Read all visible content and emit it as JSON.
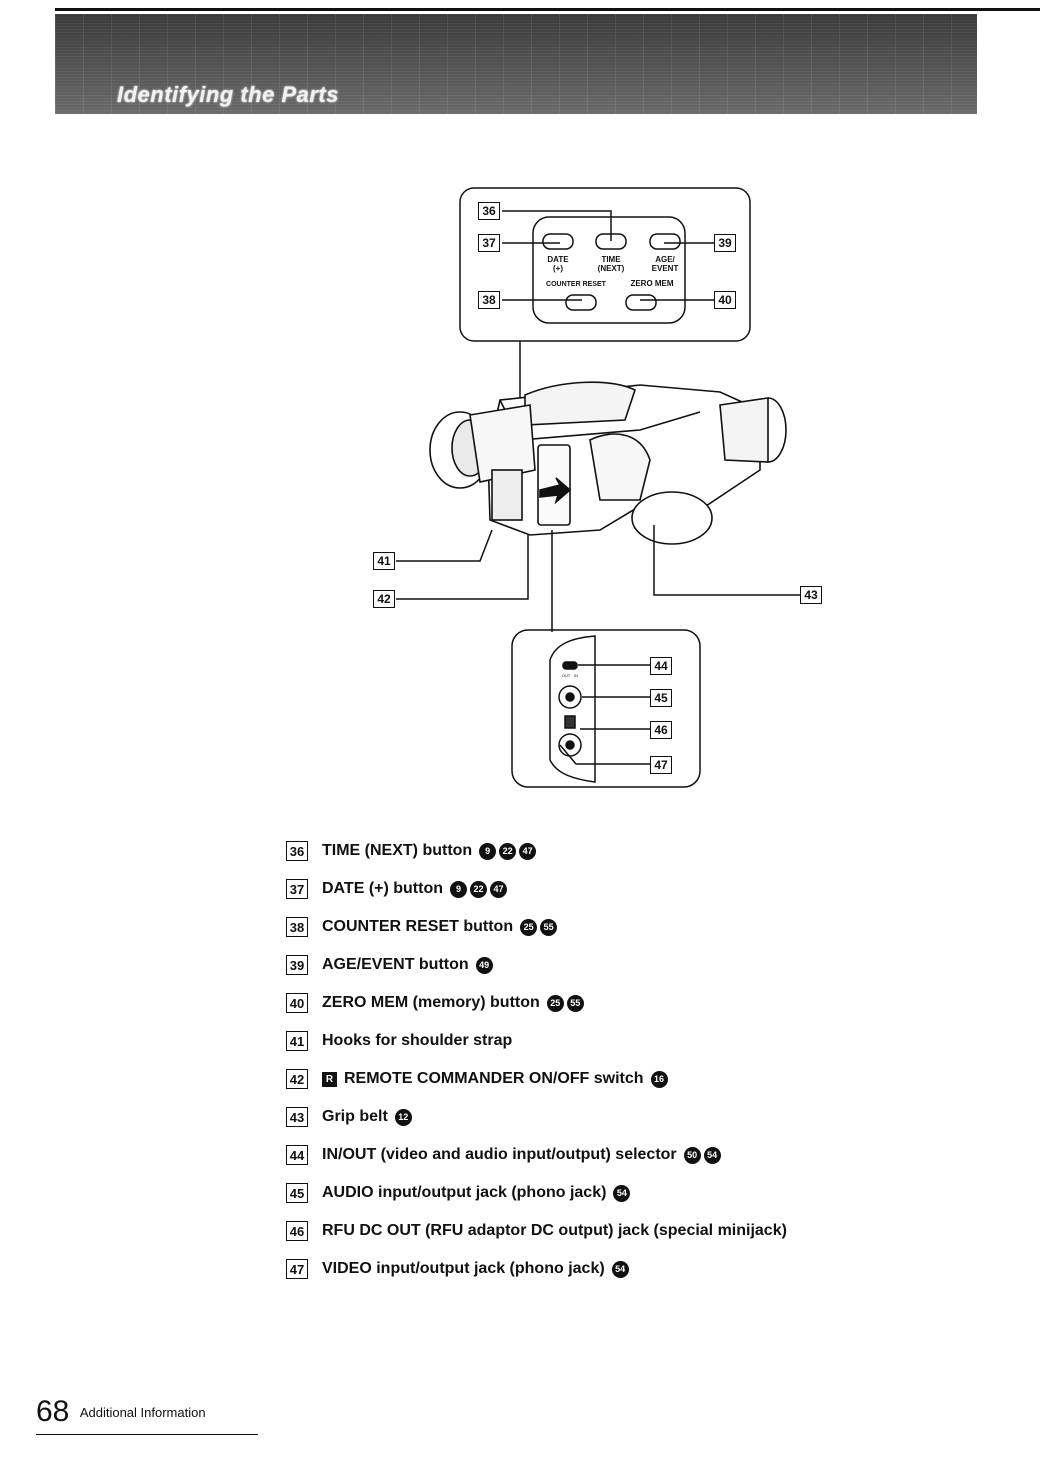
{
  "header": {
    "title": "Identifying the Parts"
  },
  "diagram": {
    "panel_labels": {
      "date": "DATE",
      "date_plus": "(+)",
      "time": "TIME",
      "time_next": "(NEXT)",
      "age": "AGE/",
      "event": "EVENT",
      "counter_reset": "COUNTER RESET",
      "zero_mem": "ZERO MEM"
    },
    "jack_labels": {
      "out": "OUT",
      "in": "IN"
    },
    "callouts": {
      "n36": "36",
      "n37": "37",
      "n38": "38",
      "n39": "39",
      "n40": "40",
      "n41": "41",
      "n42": "42",
      "n43": "43",
      "n44": "44",
      "n45": "45",
      "n46": "46",
      "n47": "47"
    }
  },
  "legend": {
    "items": [
      {
        "num": "36",
        "text": "TIME (NEXT) button",
        "refs": [
          "9",
          "22",
          "47"
        ]
      },
      {
        "num": "37",
        "text": "DATE (+) button",
        "refs": [
          "9",
          "22",
          "47"
        ]
      },
      {
        "num": "38",
        "text": "COUNTER RESET button",
        "refs": [
          "25",
          "55"
        ]
      },
      {
        "num": "39",
        "text": "AGE/EVENT button",
        "refs": [
          "49"
        ]
      },
      {
        "num": "40",
        "text": "ZERO MEM (memory) button",
        "refs": [
          "25",
          "55"
        ]
      },
      {
        "num": "41",
        "text": "Hooks for shoulder strap",
        "refs": []
      },
      {
        "num": "42",
        "text": "REMOTE COMMANDER ON/OFF switch",
        "refs": [
          "16"
        ],
        "icon": "R"
      },
      {
        "num": "43",
        "text": "Grip belt",
        "refs": [
          "12"
        ]
      },
      {
        "num": "44",
        "text": "IN/OUT (video and audio input/output) selector",
        "refs": [
          "50",
          "54"
        ]
      },
      {
        "num": "45",
        "text": "AUDIO input/output jack (phono jack)",
        "refs": [
          "54"
        ]
      },
      {
        "num": "46",
        "text": "RFU DC OUT (RFU adaptor DC output) jack (special minijack)",
        "refs": []
      },
      {
        "num": "47",
        "text": "VIDEO input/output jack (phono jack)",
        "refs": [
          "54"
        ]
      }
    ]
  },
  "footer": {
    "page_number": "68",
    "section": "Additional Information"
  }
}
